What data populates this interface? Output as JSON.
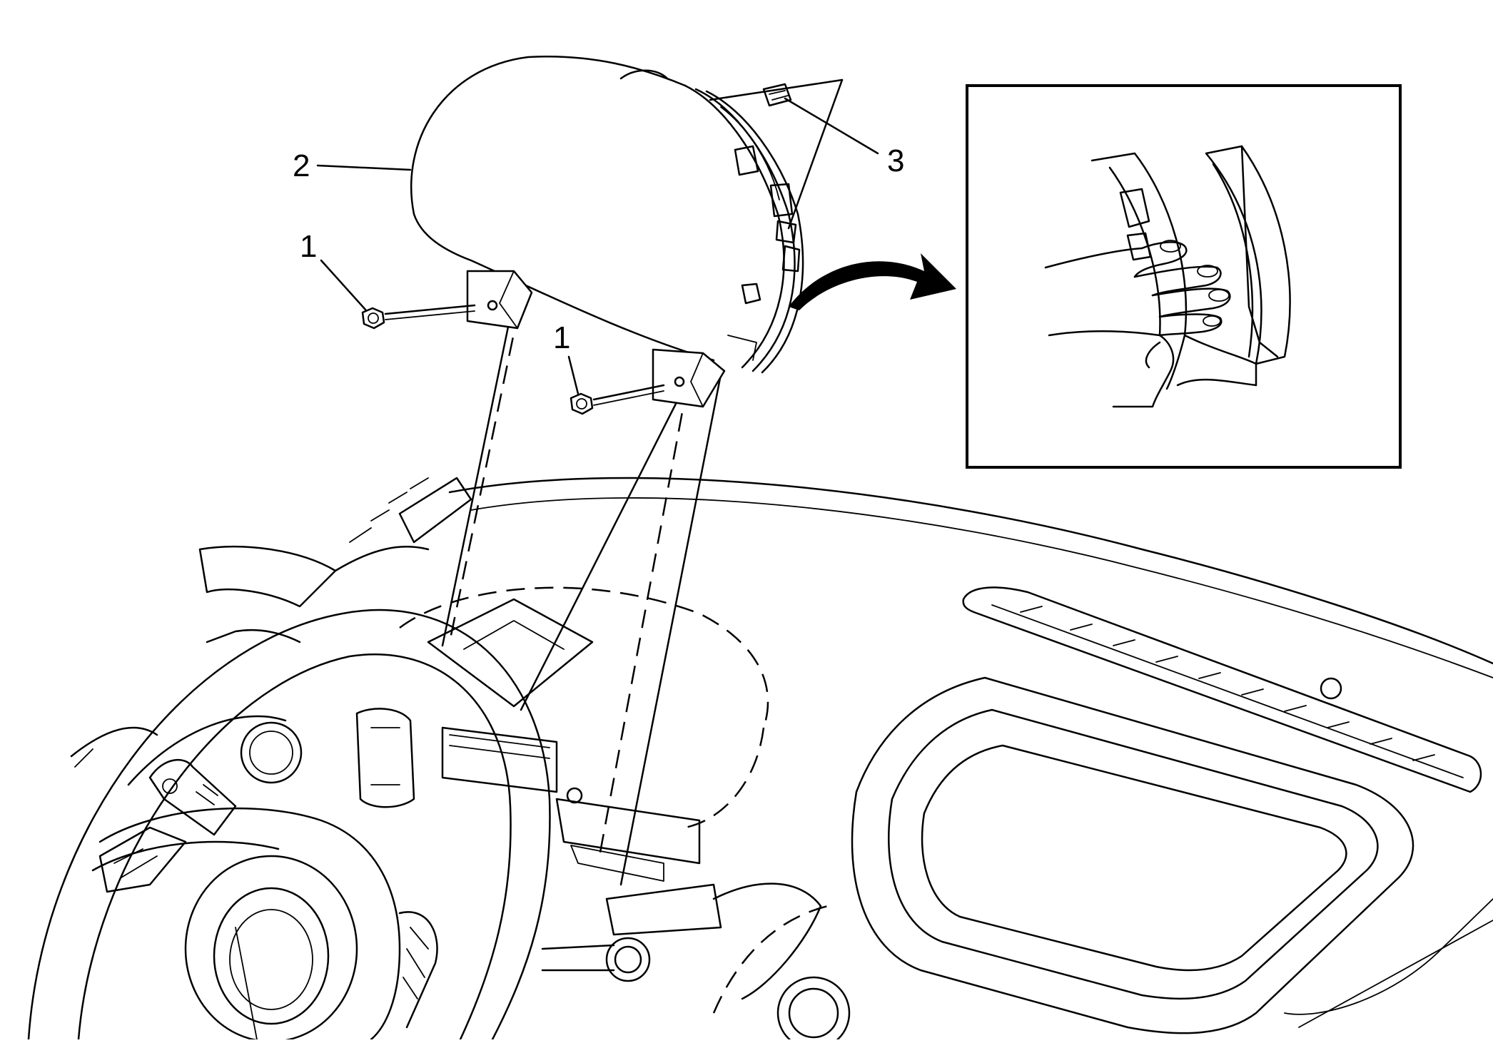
{
  "figure": {
    "callouts": [
      {
        "id": "fastener",
        "text": "1"
      },
      {
        "id": "cluster",
        "text": "2"
      },
      {
        "id": "connector",
        "text": "3"
      },
      {
        "id": "fastener-b",
        "text": "1"
      }
    ],
    "detail_view": "release-tab-press",
    "colors": {
      "ink": "#000000",
      "paper": "#ffffff"
    }
  }
}
